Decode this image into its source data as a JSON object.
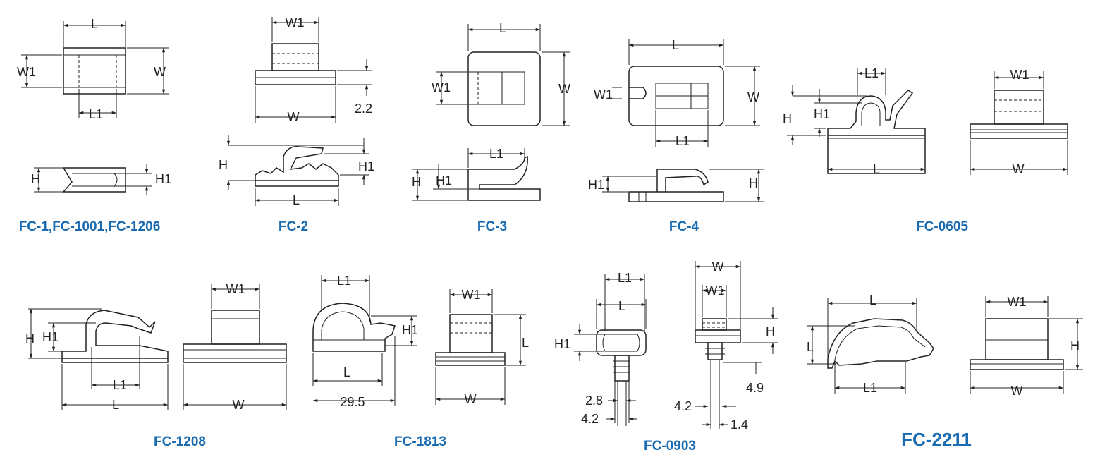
{
  "labels": {
    "L": "L",
    "W": "W",
    "W1": "W1",
    "L1": "L1",
    "H": "H",
    "H1": "H1",
    "v2_2": "2.2",
    "v29_5": "29.5",
    "v2_8": "2.8",
    "v4_2": "4.2",
    "v4_9": "4.9",
    "v1_4": "1.4"
  },
  "captions": {
    "fc1": "FC-1,FC-1001,FC-1206",
    "fc2": "FC-2",
    "fc3": "FC-3",
    "fc4": "FC-4",
    "fc0605": "FC-0605",
    "fc1208": "FC-1208",
    "fc1813": "FC-1813",
    "fc0903": "FC-0903",
    "fc2211": "FC-2211"
  },
  "colors": {
    "caption": "#1a6bb0",
    "line": "#222222"
  }
}
